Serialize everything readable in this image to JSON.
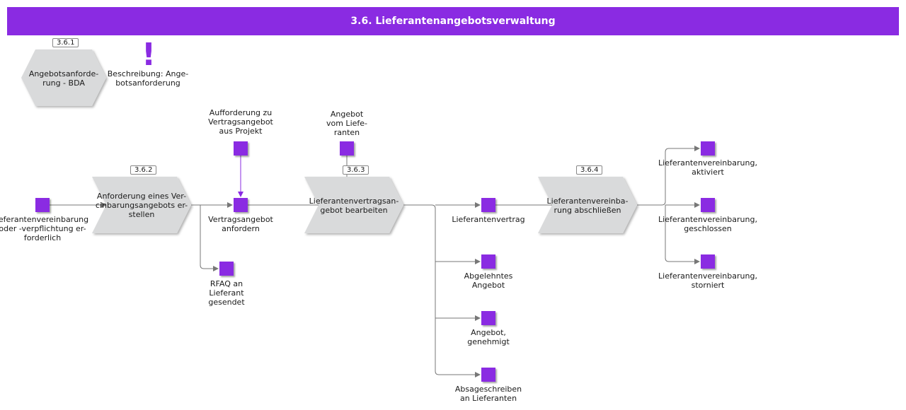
{
  "title": "3.6. Lieferantenangebotsverwaltung",
  "colors": {
    "accent": "#8a2be2",
    "shape": "#d9dadb",
    "line": "#777777"
  },
  "process_interface": {
    "number": "3.6.1",
    "label": "Angebotsanforde-\nrung - BDA"
  },
  "description": {
    "icon": "exclamation-icon",
    "label": "Beschreibung: Ange-\nbotsanforderung"
  },
  "functions": [
    {
      "number": "3.6.2",
      "label": "Anforderung eines Ver-\ncinbarungsangebots er-\nstellen"
    },
    {
      "number": "3.6.3",
      "label": "Lieferantenvertragsan-\ngebot bearbeiten"
    },
    {
      "number": "3.6.4",
      "label": "Lieferantenvereinba-\nrung abschließen"
    }
  ],
  "events": {
    "start": "ieferantenvereinbarung\noder -verpflichtung er-\nforderlich",
    "aufforderung": "Aufforderung zu\nVertragsangebot\naus Projekt",
    "vertragsangebot": "Vertragsangebot\nanfordern",
    "rfaq": "RFAQ an\nLieferant\ngesendet",
    "angebot_lieferant": "Angebot\nvom Liefe-\nranten",
    "lieferantenvertrag": "Lieferantenvertrag",
    "abgelehnt": "Abgelehntes\nAngebot",
    "genehmigt": "Angebot,\ngenehmigt",
    "absage": "Absageschreiben\nan Lieferanten",
    "aktiviert": "Lieferantenvereinbarung,\naktiviert",
    "geschlossen": "Lieferantenvereinbarung,\ngeschlossen",
    "storniert": "Lieferantenvereinbarung,\nstorniert"
  }
}
